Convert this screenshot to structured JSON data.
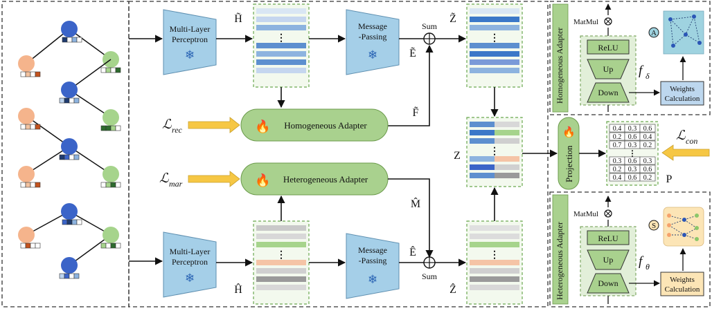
{
  "top_branch": {
    "mlp_label": [
      "Multi-Layer",
      "Perceptron"
    ],
    "h_label": "H̃",
    "mp_label": [
      "Message",
      "-Passing"
    ],
    "e_label": "Ẽ",
    "sum_label": "Sum",
    "z_label": "Z̃",
    "f_label": "F̃"
  },
  "bottom_branch": {
    "mlp_label": [
      "Multi-Layer",
      "Perceptron"
    ],
    "h_label": "Ĥ",
    "mp_label": [
      "Message",
      "-Passing"
    ],
    "e_label": "Ê",
    "sum_label": "Sum",
    "z_label": "Ẑ",
    "m_label": "M̂"
  },
  "adapters": {
    "homogeneous": "Homogeneous Adapter",
    "heterogeneous": "Heterogeneous Adapter"
  },
  "losses": {
    "rec": "rec",
    "mar": "mar",
    "con": "con",
    "symbol": "ℒ"
  },
  "middle": {
    "z_label": "Z",
    "projection": "Projection",
    "p_label": "P"
  },
  "matrix_P": [
    [
      "0.4",
      "0.3",
      "0.6"
    ],
    [
      "0.2",
      "0.6",
      "0.4"
    ],
    [
      "0.7",
      "0.3",
      "0.2"
    ],
    [
      "⋮"
    ],
    [
      "0.3",
      "0.6",
      "0.3"
    ],
    [
      "0.2",
      "0.3",
      "0.6"
    ],
    [
      "0.4",
      "0.6",
      "0.2"
    ]
  ],
  "homo_panel": {
    "side_title": "Homogeneous Adapter",
    "matmul": "MatMul",
    "relu": "ReLU",
    "up": "Up",
    "down": "Down",
    "weights": [
      "Weights",
      "Calculation"
    ],
    "func": "f",
    "func_sub": "δ",
    "graph_badge": "A"
  },
  "hetero_panel": {
    "side_title": "Heterogeneous Adapter",
    "matmul": "MatMul",
    "relu": "ReLU",
    "up": "Up",
    "down": "Down",
    "weights": [
      "Weights",
      "Calculation"
    ],
    "func": "f",
    "func_sub": "θ",
    "graph_badge": "S"
  },
  "colors": {
    "orange_node": "#f5b48c",
    "blue_node": "#3b64c8",
    "green_node": "#a6d48c",
    "adapter_green": "#a9d18e",
    "mlp_blue": "#a5cfe8",
    "proj_green": "#a9d18e",
    "panel_green": "#e2efd9",
    "yellow_arrow": "#f6c744",
    "weights_blue": "#bdd7ee",
    "weights_yellow": "#fce5b6"
  }
}
